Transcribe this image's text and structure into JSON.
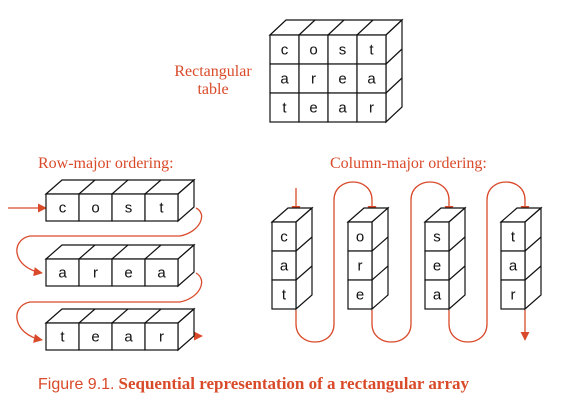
{
  "colors": {
    "accent": "#d94a2a",
    "ink": "#111111",
    "paper": "#ffffff"
  },
  "table": {
    "label_line1": "Rectangular",
    "label_line2": "table",
    "rows": [
      [
        "c",
        "o",
        "s",
        "t"
      ],
      [
        "a",
        "r",
        "e",
        "a"
      ],
      [
        "t",
        "e",
        "a",
        "r"
      ]
    ]
  },
  "row_major": {
    "title": "Row-major ordering:",
    "rows": [
      [
        "c",
        "o",
        "s",
        "t"
      ],
      [
        "a",
        "r",
        "e",
        "a"
      ],
      [
        "t",
        "e",
        "a",
        "r"
      ]
    ]
  },
  "column_major": {
    "title": "Column-major ordering:",
    "columns": [
      [
        "c",
        "a",
        "t"
      ],
      [
        "o",
        "r",
        "e"
      ],
      [
        "s",
        "e",
        "a"
      ],
      [
        "t",
        "a",
        "r"
      ]
    ]
  },
  "caption": {
    "number": "Figure 9.1.",
    "title": "Sequential representation of a rectangular array"
  }
}
